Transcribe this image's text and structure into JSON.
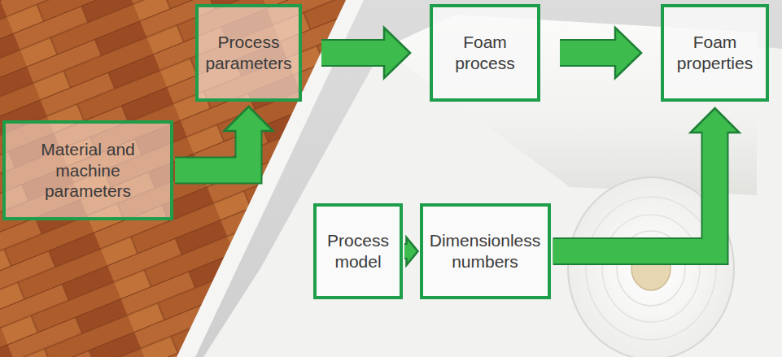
{
  "diagram": {
    "nodes": [
      {
        "text": [
          "Material and machine parameters"
        ]
      },
      {
        "text": [
          "Process parameters"
        ]
      },
      {
        "text": [
          "Foam process"
        ]
      },
      {
        "text": [
          "Foam properties"
        ]
      },
      {
        "text": [
          "Process model"
        ]
      },
      {
        "text": [
          "Dimensionless numbers"
        ]
      }
    ],
    "edges": [
      {
        "from": 0,
        "to": 1,
        "arrow": "to"
      },
      {
        "from": 1,
        "to": 2,
        "arrow": "to"
      },
      {
        "from": 2,
        "to": 3,
        "arrow": "to"
      },
      {
        "from": 4,
        "to": 5,
        "arrow": "to"
      },
      {
        "from": 5,
        "to": 3,
        "arrow": "to"
      }
    ]
  }
}
